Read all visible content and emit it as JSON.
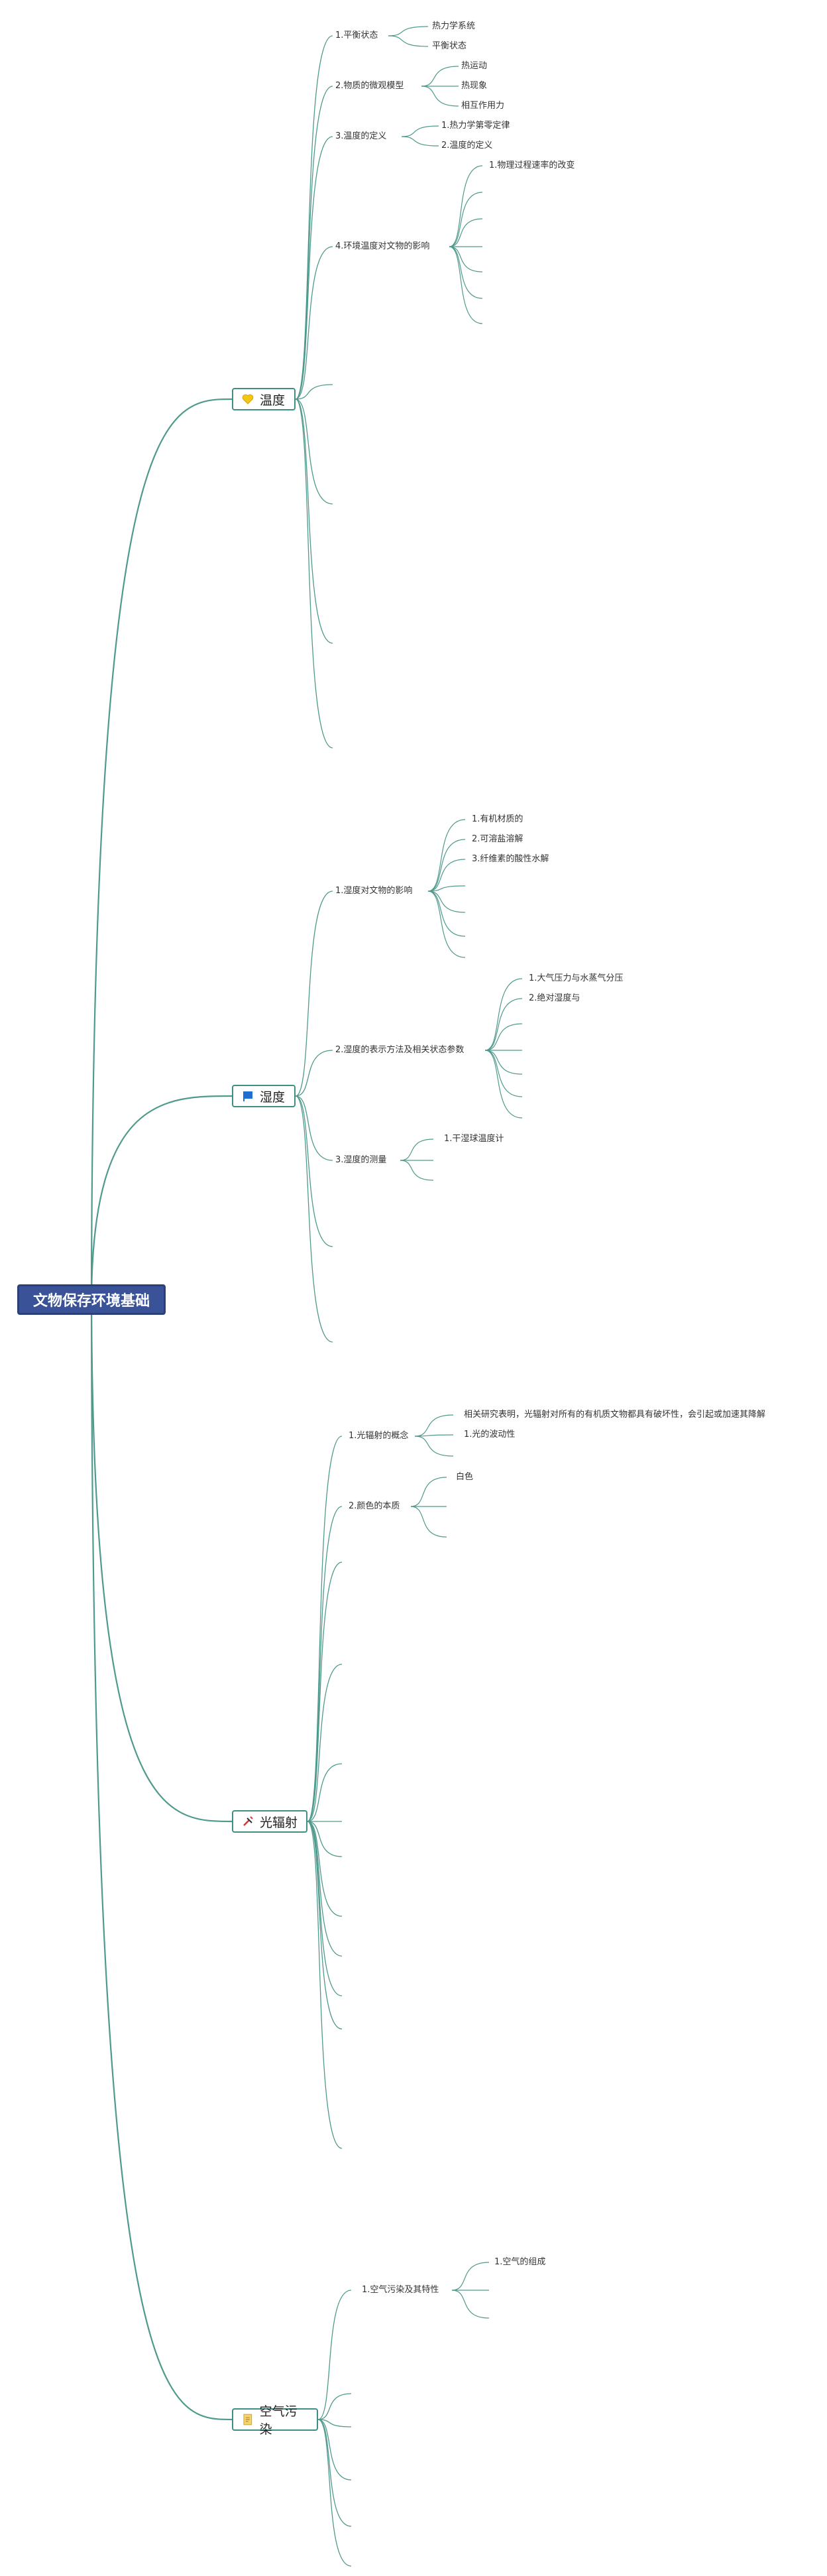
{
  "root": "文物保存环境基础",
  "colors": {
    "line": "#4f9a8c",
    "root_bg": "#3a5398",
    "root_border": "#2b3f78",
    "node_border": "#3e8f82"
  },
  "topics": [
    {
      "label": "温度",
      "icon": "heart-icon",
      "subs": [
        {
          "label": "1.平衡状态",
          "children": [
            "热力学系统",
            "平衡状态"
          ]
        },
        {
          "label": "2.物质的微观模型",
          "children": [
            "热运动",
            "热现象",
            "相互作用力"
          ]
        },
        {
          "label": "3.温度的定义",
          "children": [
            "1.热力学第零定律",
            "2.温度的定义"
          ]
        },
        {
          "label": "4.环境温度对文物的影响",
          "children": [
            "1.物理过程速率的改变"
          ]
        }
      ]
    },
    {
      "label": "湿度",
      "icon": "flag-icon",
      "subs": [
        {
          "label": "1.湿度对文物的影响",
          "children": [
            "1.有机材质的",
            "2.可溶盐溶解",
            "3.纤维素的酸性水解"
          ]
        },
        {
          "label": "2.湿度的表示方法及相关状态参数",
          "children": [
            "1.大气压力与水蒸气分压",
            "2.绝对湿度与"
          ]
        },
        {
          "label": "3.湿度的测量",
          "children": [
            "1.干湿球温度计"
          ]
        }
      ]
    },
    {
      "label": "光辐射",
      "icon": "tools-icon",
      "subs": [
        {
          "label": "1.光辐射的概念",
          "children": [
            "相关研究表明，光辐射对所有的有机质文物都具有破坏性，会引起或加速其降解",
            "1.光的波动性"
          ]
        },
        {
          "label": "2.颜色的本质",
          "children": [
            "白色"
          ]
        }
      ]
    },
    {
      "label": "空气污染",
      "icon": "document-icon",
      "subs": [
        {
          "label": "1.空气污染及其特性",
          "children": [
            "1.空气的组成"
          ]
        }
      ]
    }
  ]
}
